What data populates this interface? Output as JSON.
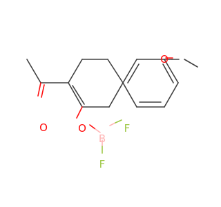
{
  "molecule": {
    "atoms": {
      "o_ketone": "O",
      "o_methoxy": "O",
      "o_enolate": "O",
      "boron": "B",
      "f_right": "F",
      "f_bottom": "F"
    },
    "colors": {
      "carbon_bond": "#404040",
      "oxygen": "#ff0d0d",
      "boron": "#ffb5b5",
      "fluorine": "#9fc847"
    }
  }
}
